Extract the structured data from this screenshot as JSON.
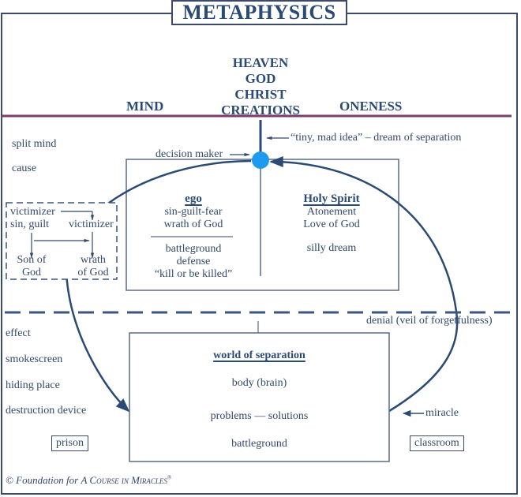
{
  "title": "METAPHYSICS",
  "top": {
    "center_lines": [
      "HEAVEN",
      "GOD",
      "CHRIST",
      "CREATIONS"
    ],
    "left": "MIND",
    "right": "ONENESS"
  },
  "colors": {
    "primary": "#2b4a74",
    "divider": "#7a3e6a",
    "decision_dot": "#1e9af0",
    "frame": "#3c4a6a"
  },
  "annotations": {
    "tiny_mad_idea": "“tiny, mad idea” – dream of separation",
    "decision_maker": "decision maker",
    "denial": "denial  (veil of forgetfulness)",
    "miracle": "miracle"
  },
  "left_column_top": [
    "split mind",
    "cause"
  ],
  "left_column_bottom": [
    "effect",
    "smokescreen",
    "hiding place",
    "destruction device"
  ],
  "cycle_box": {
    "top_left": "victimizer",
    "top_left_2": "sin, guilt",
    "top_right": "victimizer",
    "bottom_left_1": "Son of",
    "bottom_left_2": "God",
    "bottom_right_1": "wrath",
    "bottom_right_2": "of God"
  },
  "ego": {
    "heading": "ego",
    "lines_top": [
      "sin-guilt-fear",
      "wrath of God"
    ],
    "lines_bottom": [
      "battleground",
      "defense",
      "“kill or be killed”"
    ]
  },
  "holy_spirit": {
    "heading": "Holy Spirit",
    "lines": [
      "Atonement",
      "Love of God"
    ],
    "extra": "silly dream"
  },
  "world": {
    "heading": "world of separation",
    "lines": [
      "body (brain)",
      "problems — solutions",
      "battleground"
    ]
  },
  "bottom_labels": {
    "prison": "prison",
    "classroom": "classroom"
  },
  "copyright": {
    "prefix": "© Foundation for ",
    "name": "A Course in Miracles",
    "mark": "®"
  }
}
